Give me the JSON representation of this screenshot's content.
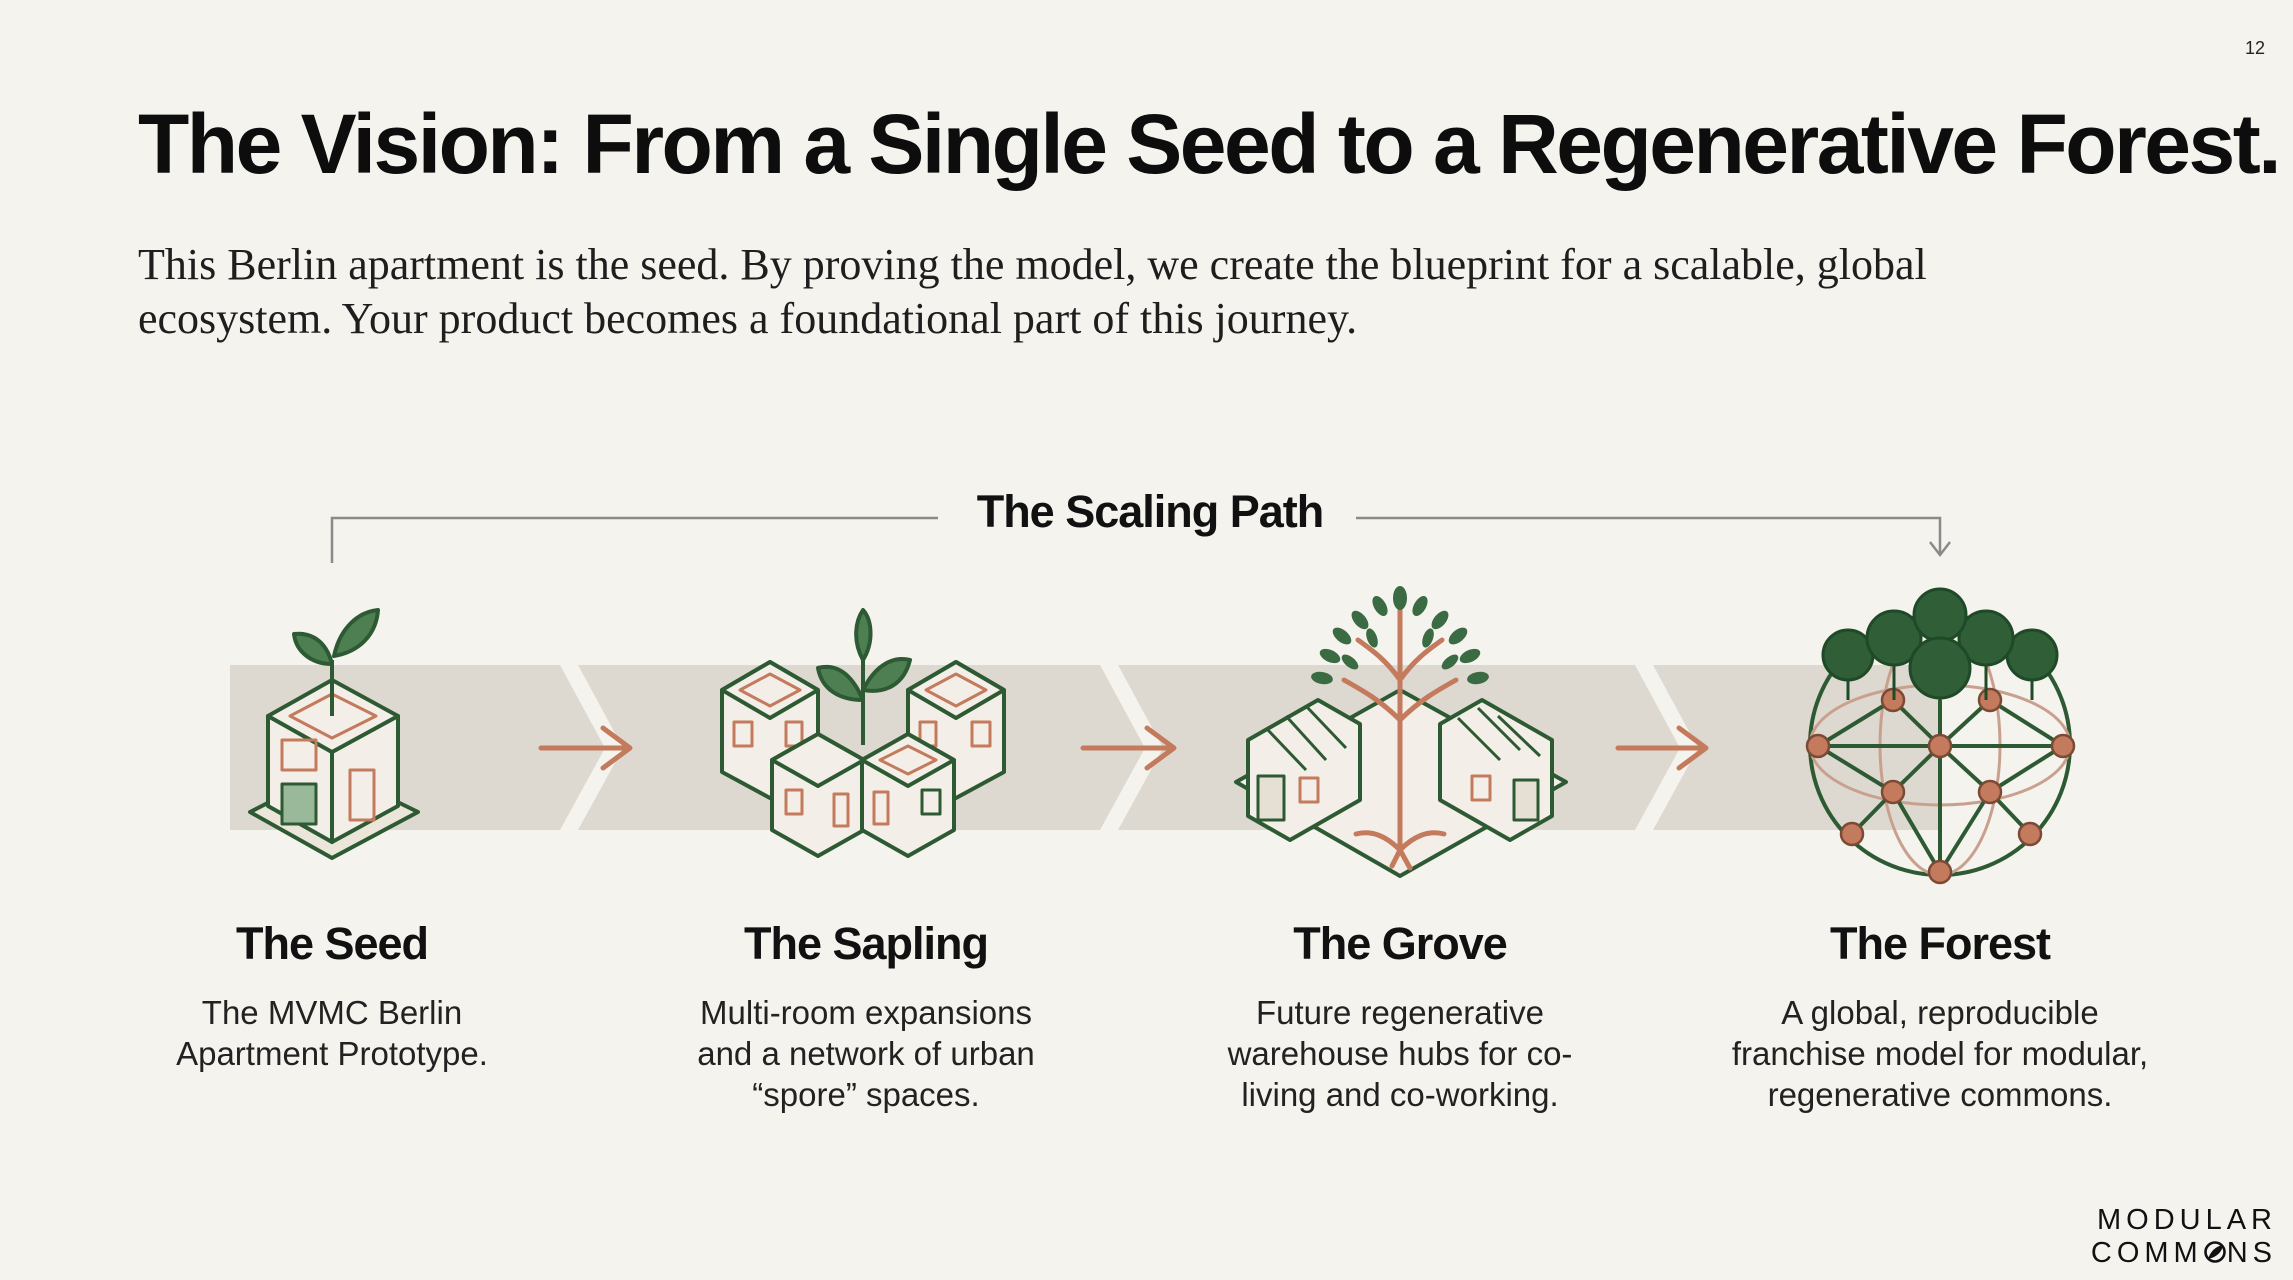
{
  "page_number": "12",
  "title": "The Vision: From a Single Seed to a Regenerative Forest.",
  "subtitle": "This Berlin apartment is the seed. By proving the model, we create the blueprint for a scalable, global ecosystem. Your product becomes a foundational part of this journey.",
  "scaling_path_label": "The Scaling Path",
  "stages": [
    {
      "title": "The Seed",
      "description": "The MVMC Berlin Apartment Prototype."
    },
    {
      "title": "The Sapling",
      "description": "Multi-room expansions and a network of urban “spore” spaces."
    },
    {
      "title": "The Grove",
      "description": "Future regenerative warehouse hubs for co-living and co-working."
    },
    {
      "title": "The Forest",
      "description": "A global, reproducible franchise model for modular, regenerative commons."
    }
  ],
  "logo": {
    "line1": "MODULAR",
    "line2_a": "COMM",
    "line2_b": "NS"
  },
  "colors": {
    "green": "#3a6b42",
    "dark_green": "#2d5a33",
    "terracotta": "#c47a5c",
    "band": "#ddd9d0",
    "background": "#f5f3ee"
  },
  "icons": [
    "seedling-icon",
    "arrow-right-icon",
    "building-cluster-icon",
    "tree-warehouse-icon",
    "forest-globe-icon"
  ]
}
